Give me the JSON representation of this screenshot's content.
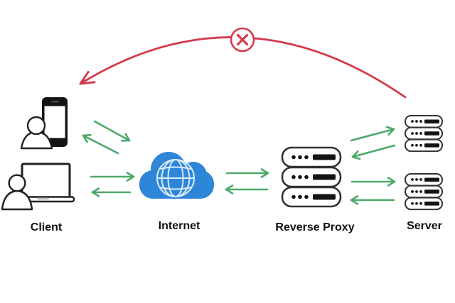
{
  "diagram": {
    "type": "network-architecture",
    "subject": "reverse-proxy-flow",
    "nodes": [
      {
        "id": "client",
        "label": "Client",
        "icons": [
          "person-with-phone",
          "person-with-laptop"
        ]
      },
      {
        "id": "internet",
        "label": "Internet",
        "icons": [
          "cloud-with-globe"
        ]
      },
      {
        "id": "reverse_proxy",
        "label": "Reverse Proxy",
        "icons": [
          "server-stack-3"
        ]
      },
      {
        "id": "server",
        "label": "Server",
        "icons": [
          "server-stack-3",
          "server-stack-3"
        ]
      }
    ],
    "connections": [
      {
        "from": "client",
        "to": "internet",
        "style": "green-arrow-pair",
        "bidirectional": true
      },
      {
        "from": "internet",
        "to": "reverse_proxy",
        "style": "green-arrow-pair",
        "bidirectional": true
      },
      {
        "from": "reverse_proxy",
        "to": "server-top",
        "style": "green-arrow-pair",
        "bidirectional": true
      },
      {
        "from": "reverse_proxy",
        "to": "server-bottom",
        "style": "green-arrow-pair",
        "bidirectional": true
      },
      {
        "from": "server",
        "to": "client",
        "style": "red-arc",
        "blocked": true,
        "marker": "x-in-circle"
      }
    ]
  },
  "colors": {
    "arrow_green": "#4da96a",
    "blocked_red": "#d23b4e",
    "cloud_blue": "#2e86d9",
    "globe_line": "#d8ecfa",
    "icon_stroke": "#212121",
    "server_stroke": "#333333",
    "label_black": "#111111"
  }
}
